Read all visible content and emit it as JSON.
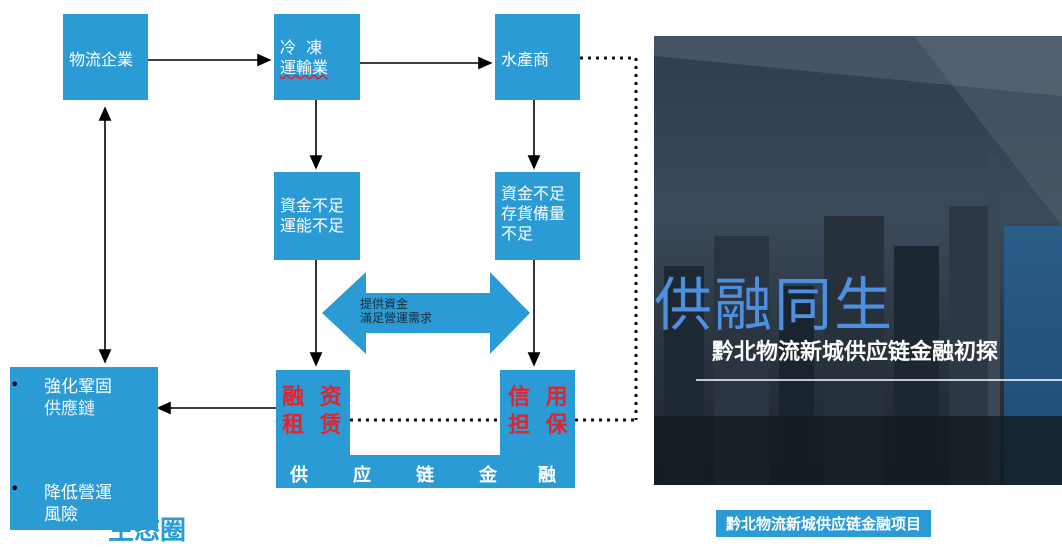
{
  "nodes": {
    "logistics": "物流企業",
    "cold_chain_line1": "冷  凍",
    "cold_chain_line2": "運輸業",
    "seafood": "水產商",
    "funds_transport_line1": "資金不足",
    "funds_transport_line2": "運能不足",
    "funds_inventory_line1": "資金不足",
    "funds_inventory_line2": "存貨備量",
    "funds_inventory_line3": "不足",
    "leasing_line1": "融 资",
    "leasing_line2": "租 赁",
    "guarantee_line1": "信 用",
    "guarantee_line2": "担 保",
    "bullet_1_line1": "強化鞏固",
    "bullet_1_line2": "供應鏈",
    "bullet_2_line1": "降低營運",
    "bullet_2_line2": "風險"
  },
  "supply_chain_finance_chars": [
    "供",
    "应",
    "链",
    "金",
    "融"
  ],
  "double_arrow_line1": "提供資金",
  "double_arrow_line2": "滿足營運需求",
  "ecosystem_label": "生态圈",
  "panel": {
    "big_title": "供融同生",
    "subtitle": "黔北物流新城供应链金融初探"
  },
  "bottom_label": "黔北物流新城供应链金融项目",
  "colors": {
    "box_blue": "#2b9bd6",
    "highlight_red": "#e8202a",
    "title_blue": "#4e8fe0"
  }
}
